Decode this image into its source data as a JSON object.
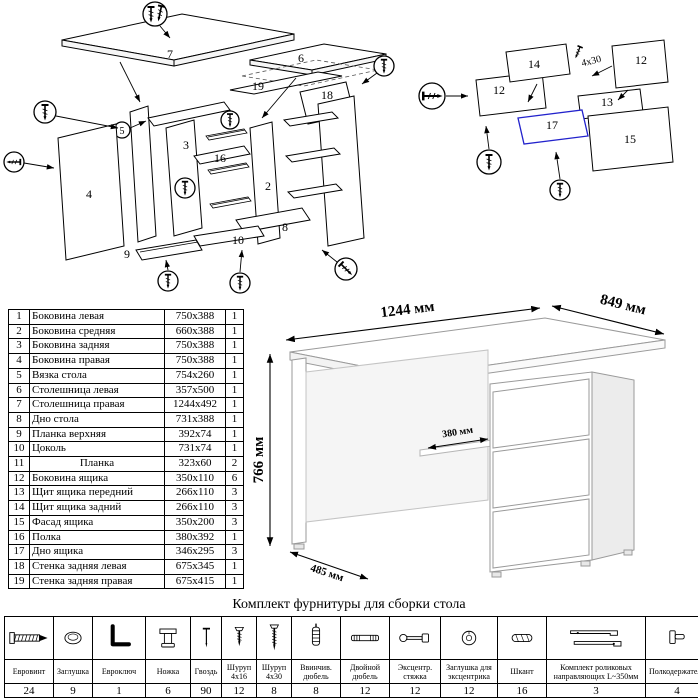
{
  "colors": {
    "highlight_blue": "#2222cc"
  },
  "exploded": {
    "left_labels": [
      "7",
      "6",
      "19",
      "18",
      "5",
      "3",
      "16",
      "2",
      "4",
      "10",
      "8",
      "9"
    ],
    "right_labels": [
      "14",
      "12",
      "12",
      "13",
      "17",
      "15"
    ],
    "screw_note": "4x30"
  },
  "desk_dims": {
    "width": "1244 мм",
    "depth": "849 мм",
    "height": "766 мм",
    "shelf_depth": "380 мм",
    "side_depth": "485 мм"
  },
  "parts_table": {
    "rows": [
      {
        "num": "1",
        "name": "Боковина левая",
        "size": "750x388",
        "qty": "1"
      },
      {
        "num": "2",
        "name": "Боковина средняя",
        "size": "660x388",
        "qty": "1"
      },
      {
        "num": "3",
        "name": "Боковина задняя",
        "size": "750x388",
        "qty": "1"
      },
      {
        "num": "4",
        "name": "Боковина правая",
        "size": "750x388",
        "qty": "1"
      },
      {
        "num": "5",
        "name": "Вязка стола",
        "size": "754x260",
        "qty": "1"
      },
      {
        "num": "6",
        "name": "Столешница левая",
        "size": "357x500",
        "qty": "1"
      },
      {
        "num": "7",
        "name": "Столешница правая",
        "size": "1244x492",
        "qty": "1"
      },
      {
        "num": "8",
        "name": "Дно стола",
        "size": "731x388",
        "qty": "1"
      },
      {
        "num": "9",
        "name": "Планка верхняя",
        "size": "392x74",
        "qty": "1"
      },
      {
        "num": "10",
        "name": "Цоколь",
        "size": "731x74",
        "qty": "1"
      },
      {
        "num": "11",
        "name": "Планка",
        "size": "323x60",
        "qty": "2",
        "center": true
      },
      {
        "num": "12",
        "name": "Боковина ящика",
        "size": "350x110",
        "qty": "6"
      },
      {
        "num": "13",
        "name": "Щит ящика передний",
        "size": "266x110",
        "qty": "3"
      },
      {
        "num": "14",
        "name": "Щит ящика задний",
        "size": "266x110",
        "qty": "3"
      },
      {
        "num": "15",
        "name": "Фасад ящика",
        "size": "350x200",
        "qty": "3"
      },
      {
        "num": "16",
        "name": "Полка",
        "size": "380x392",
        "qty": "1"
      },
      {
        "num": "17",
        "name": "Дно ящика",
        "size": "346x295",
        "qty": "3"
      },
      {
        "num": "18",
        "name": "Стенка задняя левая",
        "size": "675x345",
        "qty": "1"
      },
      {
        "num": "19",
        "name": "Стенка задняя правая",
        "size": "675x415",
        "qty": "1"
      }
    ]
  },
  "hardware": {
    "title": "Комплект фурнитуры для сборки стола",
    "items": [
      {
        "name": "Евровинт",
        "qty": "24",
        "icon": "confirmat-screw"
      },
      {
        "name": "Заглушка",
        "qty": "9",
        "icon": "plug-cap"
      },
      {
        "name": "Евроключ",
        "qty": "1",
        "icon": "hex-key"
      },
      {
        "name": "Ножка",
        "qty": "6",
        "icon": "leg"
      },
      {
        "name": "Гвоздь",
        "qty": "90",
        "icon": "nail"
      },
      {
        "name": "Шуруп 4x16",
        "qty": "12",
        "icon": "screw-4x16"
      },
      {
        "name": "Шуруп 4x30",
        "qty": "8",
        "icon": "screw-4x30"
      },
      {
        "name": "Ввинчив. дюбель",
        "qty": "8",
        "icon": "screw-in-dowel"
      },
      {
        "name": "Двойной дюбель",
        "qty": "12",
        "icon": "double-dowel"
      },
      {
        "name": "Эксцентр. стяжка",
        "qty": "12",
        "icon": "eccentric-bolt"
      },
      {
        "name": "Заглушка для эксцентрика",
        "qty": "12",
        "icon": "eccentric-cap"
      },
      {
        "name": "Шкант",
        "qty": "16",
        "icon": "wood-dowel"
      },
      {
        "name": "Комплект роликовых направляющих L~350мм",
        "qty": "3",
        "icon": "roller-guides"
      },
      {
        "name": "Полкодержатель",
        "qty": "4",
        "icon": "shelf-holder"
      }
    ]
  }
}
